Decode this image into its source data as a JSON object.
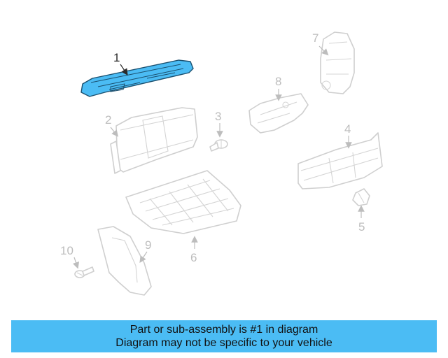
{
  "diagram": {
    "highlight_color": "#4bbcf4",
    "callouts": {
      "c1": "1",
      "c2": "2",
      "c3": "3",
      "c4": "4",
      "c5": "5",
      "c6": "6",
      "c7": "7",
      "c8": "8",
      "c9": "9",
      "c10": "10"
    },
    "highlighted_part": "1"
  },
  "caption": {
    "line1": "Part or sub-assembly is #1 in diagram",
    "line2": "Diagram may not be specific to your vehicle"
  }
}
